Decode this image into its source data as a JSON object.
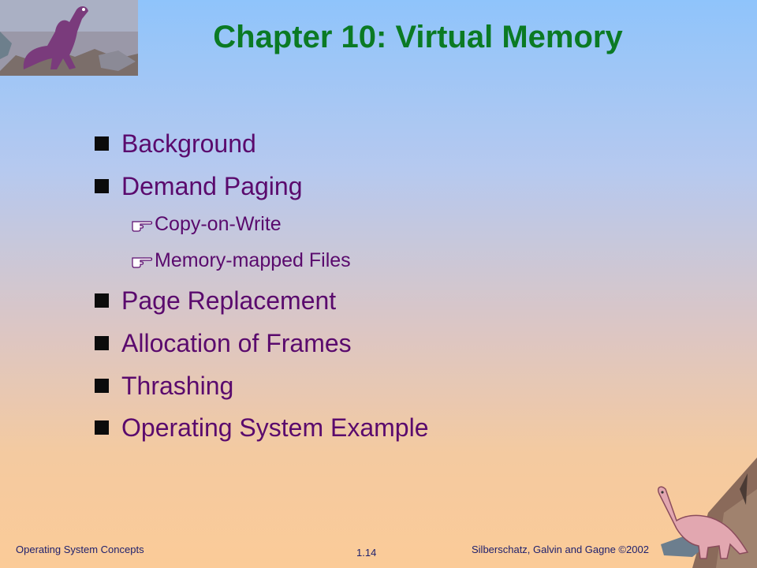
{
  "slide": {
    "title": "Chapter 10:  Virtual Memory",
    "bullets": [
      "Background",
      "Demand Paging",
      "Page Replacement",
      "Allocation of Frames",
      "Thrashing",
      "Operating System Example"
    ],
    "sub_bullets": [
      "Copy-on-Write",
      "Memory-mapped  Files"
    ]
  },
  "footer": {
    "left": "Operating System Concepts",
    "center": "1.14",
    "right": "Silberschatz, Galvin and  Gagne ©2002"
  },
  "colors": {
    "title": "#0b7a24",
    "text": "#5a0a6d",
    "bullet": "#0b0b0b",
    "footer": "#1d1f6d"
  },
  "icons": {
    "bullet": "square-bullet-icon",
    "sub_bullet": "pointing-hand-icon"
  }
}
